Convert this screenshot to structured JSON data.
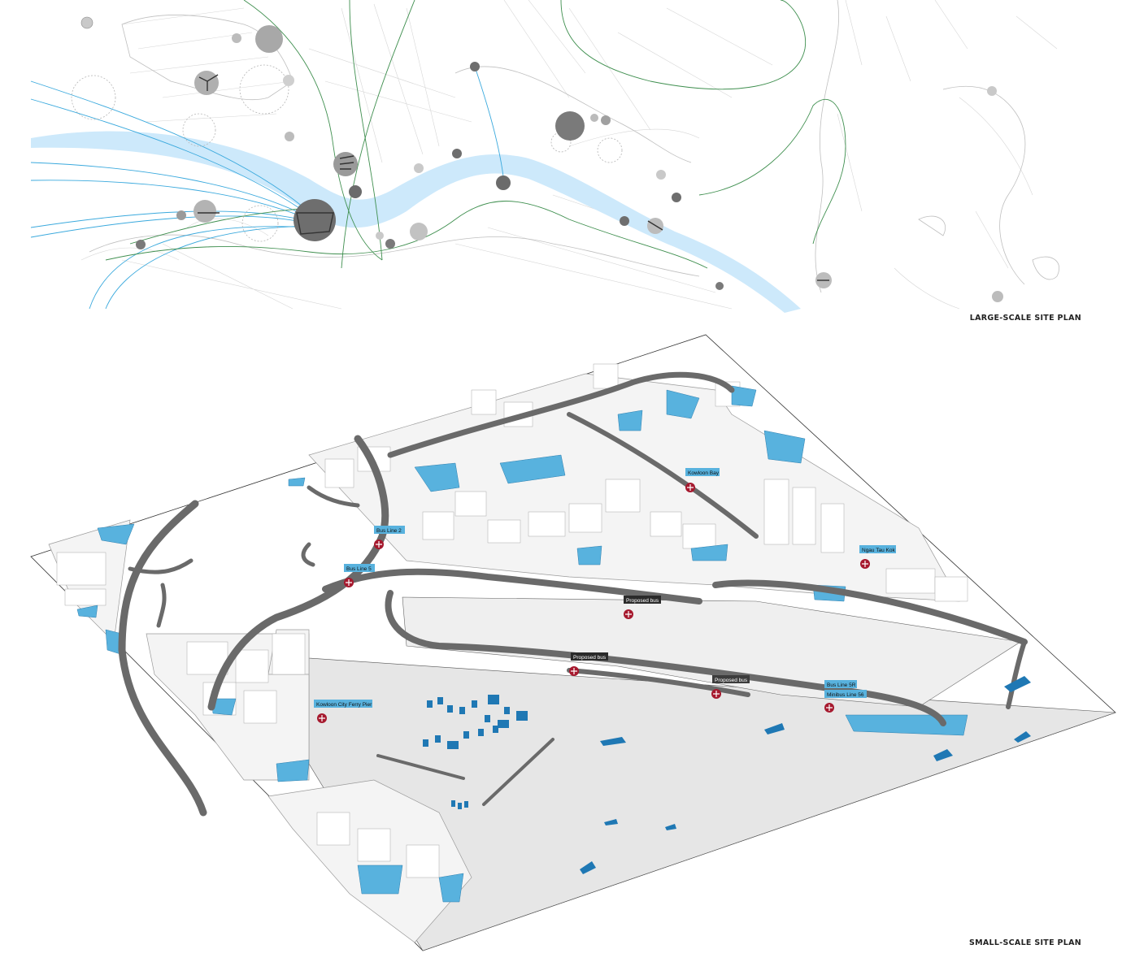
{
  "large_plan": {
    "caption": "LARGE-SCALE SITE PLAN",
    "colors": {
      "water": "#cde9fb",
      "ferry_routes": "#3aa9dd",
      "rail_lines": "#3f8f4f",
      "nodes": "#7d7d7d"
    }
  },
  "small_plan": {
    "caption": "SMALL-SCALE SITE PLAN",
    "colors": {
      "ground": "#e7e7e7",
      "buildings": "#f2f2f2",
      "roads": "#666666",
      "parks": "#58b2de",
      "boats": "#1f78b4",
      "station_marker": "#a6192e"
    },
    "stop_labels": [
      {
        "text": "Bus Line 2",
        "style": "blue"
      },
      {
        "text": "Bus Line 5",
        "style": "blue"
      },
      {
        "text": "Kowloon Bay",
        "style": "blue"
      },
      {
        "text": "Ngau Tau Kok",
        "style": "blue"
      },
      {
        "text": "Proposed bus",
        "style": "dark"
      },
      {
        "text": "Proposed bus",
        "style": "dark"
      },
      {
        "text": "Proposed bus",
        "style": "dark"
      },
      {
        "text": "Bus Line 5R",
        "style": "blue"
      },
      {
        "text": "Minibus Line 56",
        "style": "blue"
      },
      {
        "text": "Kowloon City Ferry Pier",
        "style": "blue"
      }
    ]
  }
}
